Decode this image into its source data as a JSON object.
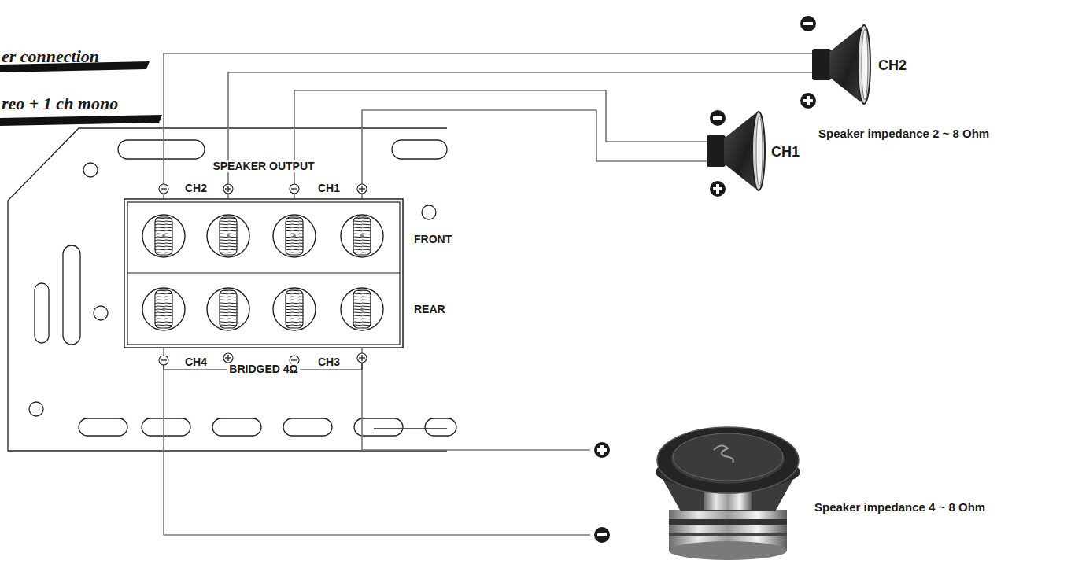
{
  "diagram": {
    "title": "er connection",
    "labels": [
      "reo + 1 ch mono",
      "SPEAKER OUTPUT",
      "CH2",
      "CH1",
      "FRONT",
      "REAR",
      "CH4",
      "BRIDGED 4Ω",
      "CH3",
      "CH2",
      "CH1",
      "Speaker impedance 2 ~ 8 Ohm",
      "Speaker impedance 4 ~ 8 Ohm"
    ]
  }
}
